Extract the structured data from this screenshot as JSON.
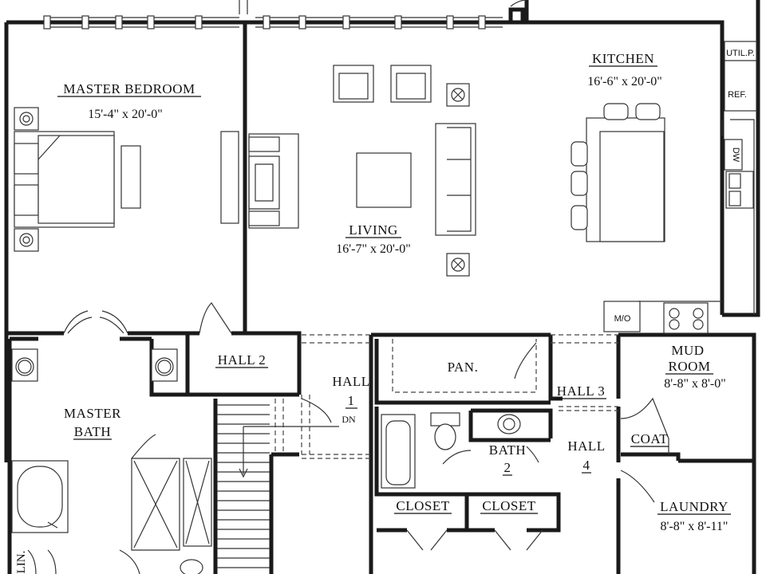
{
  "rooms": {
    "master_bedroom": {
      "name": "MASTER BEDROOM",
      "dim": "15'-4\" x 20'-0\""
    },
    "living": {
      "name": "LIVING",
      "dim": "16'-7\" x 20'-0\""
    },
    "kitchen": {
      "name": "KITCHEN",
      "dim": "16'-6\" x 20'-0\""
    },
    "hall2": {
      "name": "HALL 2"
    },
    "hall1": {
      "name": "HALL",
      "num": "1",
      "sub": "DN"
    },
    "pantry": {
      "name": "PAN."
    },
    "hall3": {
      "name": "HALL 3"
    },
    "mud_room": {
      "name1": "MUD",
      "name2": "ROOM",
      "dim": "8'-8\" x 8'-0\""
    },
    "master_bath": {
      "name1": "MASTER",
      "name2": "BATH"
    },
    "bath2": {
      "name": "BATH",
      "num": "2"
    },
    "hall4": {
      "name": "HALL",
      "num": "4"
    },
    "coat": {
      "name": "COAT"
    },
    "closet_left": {
      "name": "CLOSET"
    },
    "closet_right": {
      "name": "CLOSET"
    },
    "laundry": {
      "name": "LAUNDRY",
      "dim": "8'-8\" x 8'-11\""
    },
    "lin": {
      "name": "LIN."
    }
  },
  "fixtures": {
    "util": "UTIL.P.",
    "ref": "REF.",
    "dw": "DW",
    "mo": "M/O"
  }
}
